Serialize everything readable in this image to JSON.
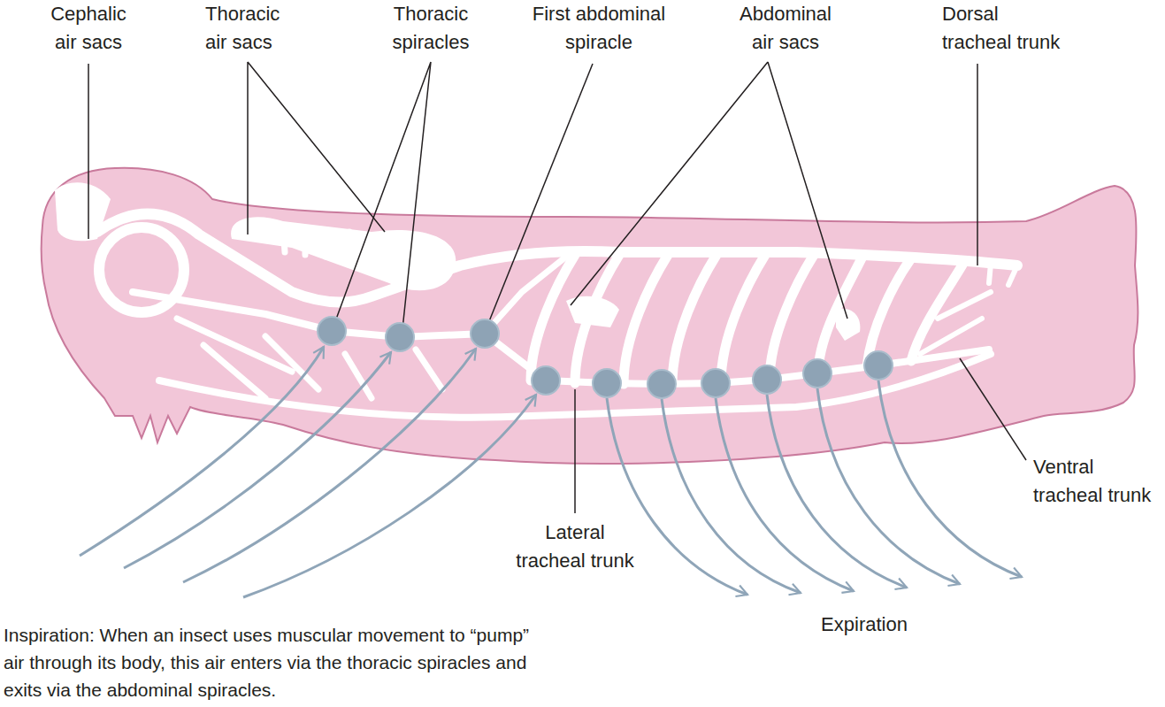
{
  "diagram": {
    "caption": "Inspiration: When an insect uses muscular movement to “pump” air through its body, this air enters via the thoracic spiracles and exits via the abdominal spiracles.",
    "labels": [
      "Cephalic air sacs",
      "Thoracic air sacs",
      "Thoracic spiracles",
      "First abdominal spiracle",
      "Abdominal air sacs",
      "Dorsal tracheal trunk",
      "Lateral tracheal trunk",
      "Ventral tracheal trunk",
      "Expiration"
    ]
  }
}
